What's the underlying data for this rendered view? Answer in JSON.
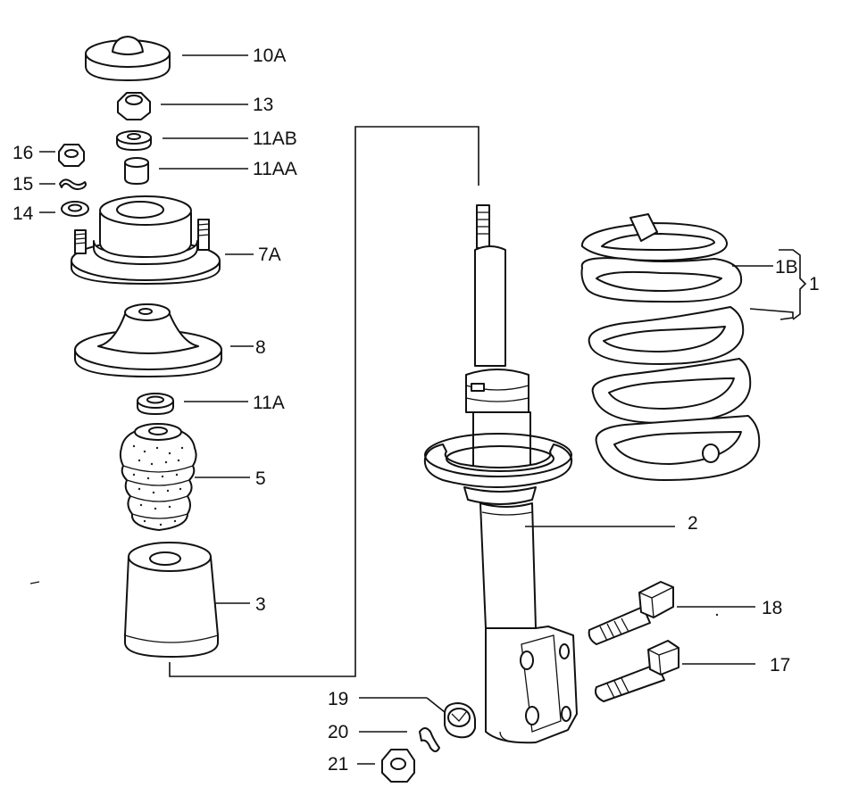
{
  "labels": {
    "p10A": "10A",
    "p13": "13",
    "p11AB": "11AB",
    "p11AA": "11AA",
    "p16": "16",
    "p15": "15",
    "p14": "14",
    "p7A": "7A",
    "p8": "8",
    "p11A": "11A",
    "p5": "5",
    "p3": "3",
    "p1B": "1B",
    "p1": "1",
    "p2": "2",
    "p18": "18",
    "p17": "17",
    "p19": "19",
    "p20": "20",
    "p21": "21"
  }
}
